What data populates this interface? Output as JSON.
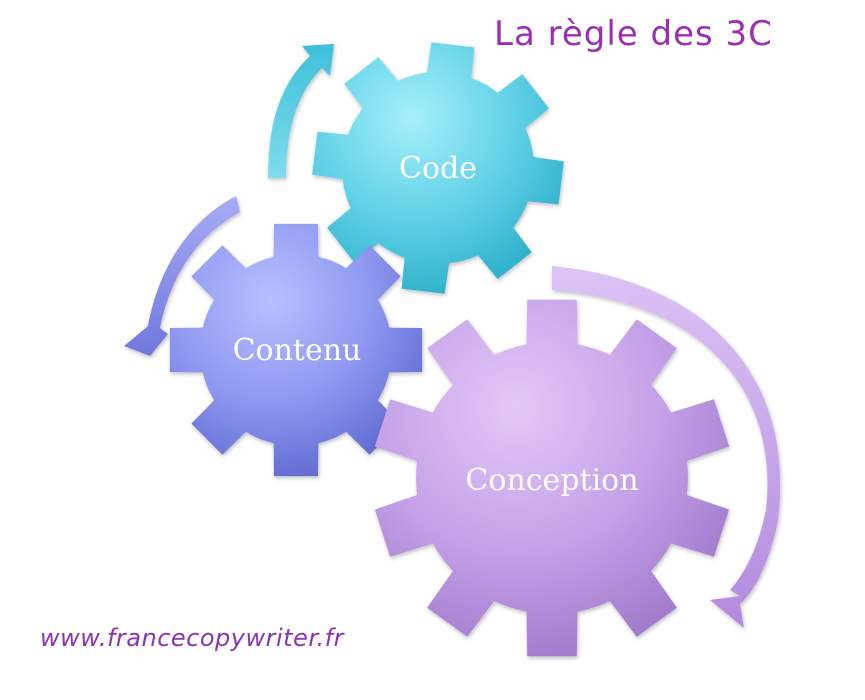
{
  "title": "La règle des 3C",
  "footer": "www.francecopywriter.fr",
  "gears": [
    {
      "key": "code",
      "label": "Code",
      "colors": {
        "light": "#a6f0fb",
        "mid": "#5fd0e6",
        "dark": "#2aaec7"
      }
    },
    {
      "key": "contenu",
      "label": "Contenu",
      "colors": {
        "light": "#b9c0ff",
        "mid": "#8d97f0",
        "dark": "#5e68cf"
      }
    },
    {
      "key": "conception",
      "label": "Conception",
      "colors": {
        "light": "#e3c9f7",
        "mid": "#c4a0e8",
        "dark": "#9d78c9"
      }
    }
  ],
  "arrows": [
    {
      "key": "code-arrow",
      "color": "#63d2e6"
    },
    {
      "key": "contenu-arrow",
      "color": "#8c92ec"
    },
    {
      "key": "conception-arrow",
      "color": "#b98ee2"
    }
  ],
  "colors": {
    "title": "#9a2fb2",
    "footer": "#8a35b0"
  }
}
